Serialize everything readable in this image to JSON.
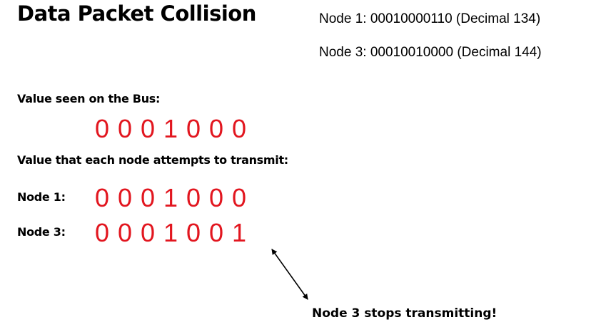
{
  "title": "Data Packet Collision",
  "node_info": {
    "node1": "Node 1: 00010000110 (Decimal 134)",
    "node3": "Node 3: 00010010000 (Decimal 144)"
  },
  "bus": {
    "label": "Value seen on the Bus:",
    "bits": [
      "0",
      "0",
      "0",
      "1",
      "0",
      "0",
      "0"
    ]
  },
  "attempt": {
    "label": "Value that each node attempts to transmit:",
    "node1": {
      "label": "Node 1:",
      "bits": [
        "0",
        "0",
        "0",
        "1",
        "0",
        "0",
        "0"
      ]
    },
    "node3": {
      "label": "Node 3:",
      "bits": [
        "0",
        "0",
        "0",
        "1",
        "0",
        "0",
        "1"
      ]
    }
  },
  "annotation": "Node 3 stops transmitting!",
  "colors": {
    "bit_color": "#e2161f",
    "text_color": "#000000"
  }
}
